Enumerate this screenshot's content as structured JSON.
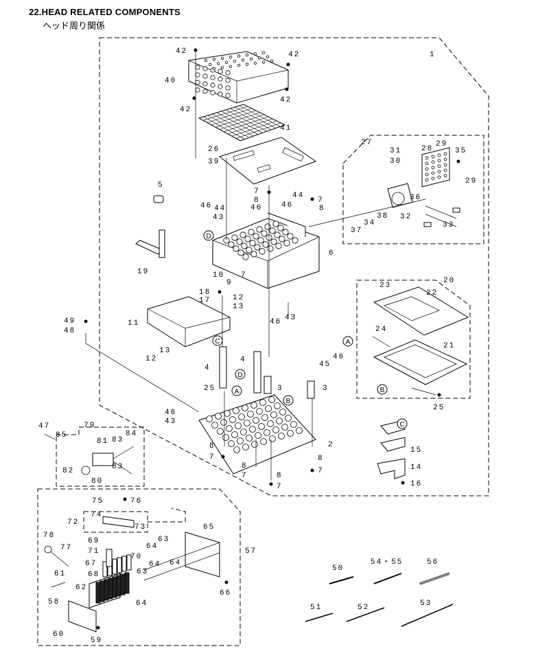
{
  "header": {
    "title": "22.HEAD RELATED COMPONENTS",
    "subtitle": "ヘッド周り関係"
  },
  "callouts": {
    "A": "A",
    "B": "B",
    "C": "C",
    "D": "D"
  },
  "labels": {
    "l1": "1",
    "l2": "2",
    "l3a": "3",
    "l3b": "3",
    "l4a": "4",
    "l4b": "4",
    "l5": "5",
    "l6": "6",
    "l7a": "7",
    "l7b": "7",
    "l7c": "7",
    "l7d": "7",
    "l7e": "7",
    "l7f": "7",
    "l7g": "7",
    "l8a": "8",
    "l8b": "8",
    "l8c": "8",
    "l8d": "8",
    "l8e": "8",
    "l8f": "8",
    "l9": "9",
    "l10": "10",
    "l11": "11",
    "l12a": "12",
    "l12b": "12",
    "l13a": "13",
    "l13b": "13",
    "l14": "14",
    "l15": "15",
    "l16": "16",
    "l17": "17",
    "l18": "18",
    "l19": "19",
    "l20": "20",
    "l21": "21",
    "l22": "22",
    "l23": "23",
    "l24": "24",
    "l25a": "25",
    "l25b": "25",
    "l26": "26",
    "l27": "27",
    "l28": "28",
    "l29a": "29",
    "l29b": "29",
    "l30": "30",
    "l31": "31",
    "l32": "32",
    "l33": "33",
    "l34": "34",
    "l35": "35",
    "l36": "36",
    "l37": "37",
    "l38": "38",
    "l39": "39",
    "l40": "40",
    "l41": "41",
    "l42a": "42",
    "l42b": "42",
    "l42c": "42",
    "l42d": "42",
    "l43a": "43",
    "l43b": "43",
    "l43c": "43",
    "l44a": "44",
    "l44b": "44",
    "l45": "45",
    "l46a": "46",
    "l46b": "46",
    "l46c": "46",
    "l46d": "46",
    "l46e": "46",
    "l46f": "46",
    "l47": "47",
    "l48": "48",
    "l49": "49",
    "l50": "50",
    "l51": "51",
    "l52": "52",
    "l53": "53",
    "l5455": "54・55",
    "l56": "56",
    "l57": "57",
    "l58": "58",
    "l59": "59",
    "l60": "60",
    "l61": "61",
    "l62": "62",
    "l63a": "63",
    "l63b": "63",
    "l64a": "64",
    "l64b": "64",
    "l64c": "64",
    "l64d": "64",
    "l65": "65",
    "l66": "66",
    "l67": "67",
    "l68": "68",
    "l69": "69",
    "l70": "70",
    "l71": "71",
    "l72": "72",
    "l73": "73",
    "l74": "74",
    "l75": "75",
    "l76": "76",
    "l77": "77",
    "l78": "78",
    "l79": "79",
    "l80": "80",
    "l81": "81",
    "l82": "82",
    "l83a": "83",
    "l83b": "83",
    "l84": "84",
    "l85": "85"
  }
}
